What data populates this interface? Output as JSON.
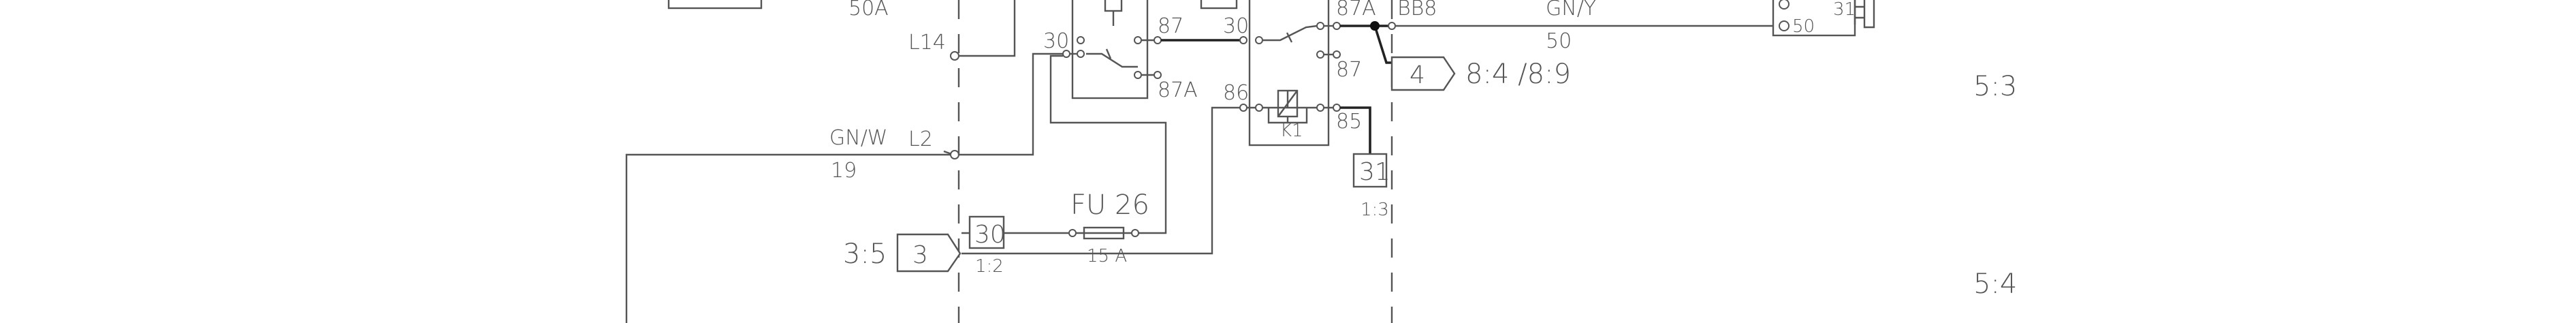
{
  "labels": {
    "fuse_50a_rating": "50A",
    "l14": "L14",
    "gn_w": "GN/W",
    "l2": "L2",
    "wire_19": "19",
    "fu_box_30": "30",
    "ref_12": "1:2",
    "fu26_name": "FU 26",
    "fu26_rating": "15 A",
    "relay1_t30": "30",
    "relay1_t87": "87",
    "relay1_t87a": "87A",
    "relay2_t30": "30",
    "relay2_t87a": "87A",
    "relay2_t87": "87",
    "relay2_t86": "86",
    "relay2_t85": "85",
    "relay2_coil": "K1",
    "bb8": "BB8",
    "gn_y": "GN/Y",
    "wire_50": "50",
    "conn_31": "31",
    "conn_50": "50",
    "conn_4": "4",
    "conn_4_ref": "8:4 /8:9",
    "box_31": "31",
    "ref_13": "1:3",
    "ref_35": "3:5",
    "conn_3": "3",
    "section_53": "5:3",
    "section_54": "5:4"
  }
}
